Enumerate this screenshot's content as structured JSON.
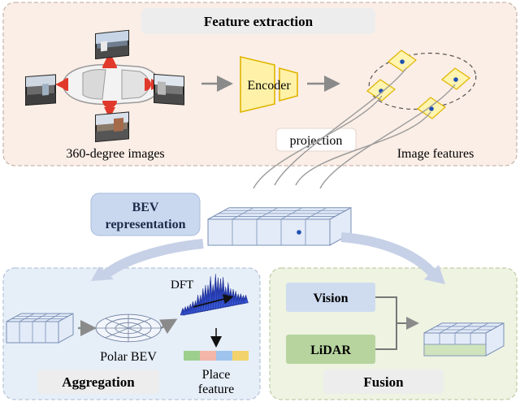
{
  "sections": {
    "feature_extraction": {
      "title": "Feature extraction",
      "encoder_label": "Encoder",
      "projection_label": "projection",
      "images_caption": "360-degree images",
      "features_caption": "Image features"
    },
    "bev": {
      "line1": "BEV",
      "line2": "representation"
    },
    "aggregation": {
      "title": "Aggregation",
      "polar_label": "Polar BEV",
      "dft_label": "DFT",
      "place_line1": "Place",
      "place_line2": "feature"
    },
    "fusion": {
      "title": "Fusion",
      "vision_label": "Vision",
      "lidar_label": "LiDAR"
    }
  },
  "colors": {
    "feature_bg": "#fbeee6",
    "feature_border": "#c9b8ae",
    "aggregation_bg": "#e6eef8",
    "fusion_bg": "#eef3e2",
    "bev_box": "#c9d8ef",
    "vision_box": "#cfdcf0",
    "lidar_box": "#b7d49f",
    "encoder": "#fff2a8",
    "encoder_border": "#e0b400",
    "feature_map": "#fff4b0",
    "cube_face": "#e3ebf8",
    "cube_line": "#7a8fb5",
    "sweep_arrow": "#c6d0e6",
    "place_segments": [
      "#9ccf8e",
      "#f4b6a8",
      "#9ec4ee",
      "#f2d36b"
    ]
  }
}
